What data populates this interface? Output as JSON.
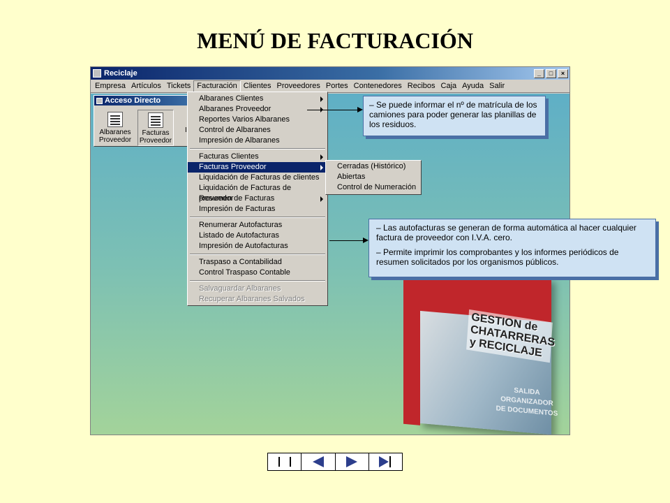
{
  "slide": {
    "title": "MENÚ DE FACTURACIÓN"
  },
  "window": {
    "title": "Reciclaje",
    "controls": {
      "minimize": "_",
      "maximize": "□",
      "close": "×"
    }
  },
  "menubar": [
    "Empresa",
    "Artículos",
    "Tickets",
    "Facturación",
    "Clientes",
    "Proveedores",
    "Portes",
    "Contenedores",
    "Recibos",
    "Caja",
    "Ayuda",
    "Salir"
  ],
  "toolbar": {
    "title": "Acceso Directo",
    "buttons": [
      {
        "label": "Albaranes Proveedor"
      },
      {
        "label": "Facturas Proveedor"
      }
    ],
    "partial": "I"
  },
  "dropdown": {
    "groups": [
      [
        {
          "label": "Albaranes Clientes",
          "submenu": true
        },
        {
          "label": "Albaranes Proveedor",
          "submenu": true
        },
        {
          "label": "Reportes Varios Albaranes",
          "submenu": false
        },
        {
          "label": "Control de Albaranes",
          "submenu": false
        },
        {
          "label": "Impresión de Albaranes",
          "submenu": false
        }
      ],
      [
        {
          "label": "Facturas Clientes",
          "submenu": true
        },
        {
          "label": "Facturas Proveedor",
          "submenu": true,
          "selected": true
        },
        {
          "label": "Liquidación de Facturas de clientes",
          "submenu": false
        },
        {
          "label": "Liquidación de Facturas de proveedor",
          "submenu": false
        },
        {
          "label": "Resumen de Facturas",
          "submenu": true
        },
        {
          "label": "Impresión de Facturas",
          "submenu": false
        }
      ],
      [
        {
          "label": "Renumerar Autofacturas",
          "submenu": false
        },
        {
          "label": "Listado de Autofacturas",
          "submenu": false
        },
        {
          "label": "Impresión de Autofacturas",
          "submenu": false
        }
      ],
      [
        {
          "label": "Traspaso a Contabilidad",
          "submenu": false
        },
        {
          "label": "Control Traspaso Contable",
          "submenu": false
        }
      ],
      [
        {
          "label": "Salvaguardar Albaranes",
          "submenu": false,
          "disabled": true
        },
        {
          "label": "Recuperar Albaranes Salvados",
          "submenu": false,
          "disabled": true
        }
      ]
    ]
  },
  "flyout": [
    "Cerradas (Histórico)",
    "Abiertas",
    "Control de Numeración"
  ],
  "callouts": {
    "first": "– Se puede informar el nº de matrícula de los camiones para poder generar las planillas de los residuos.",
    "second": [
      "– Las autofacturas se generan de forma automática al hacer cualquier factura de proveedor con I.V.A. cero.",
      "– Permite imprimir los comprobantes y los informes periódicos de resumen  solicitados por los organismos públicos."
    ]
  },
  "book": {
    "title": "GESTION de CHATARRERAS y RECICLAJE",
    "subtitle": "SALIDA ORGANIZADOR DE DOCUMENTOS"
  },
  "nav": {
    "buttons": [
      "first-icon",
      "previous-icon",
      "next-icon",
      "last-icon"
    ]
  },
  "colors": {
    "background": "#ffffcc",
    "titlebar": "#0a246a",
    "menu_selected": "#0a246a",
    "callout_fill": "#cfe2f3"
  }
}
